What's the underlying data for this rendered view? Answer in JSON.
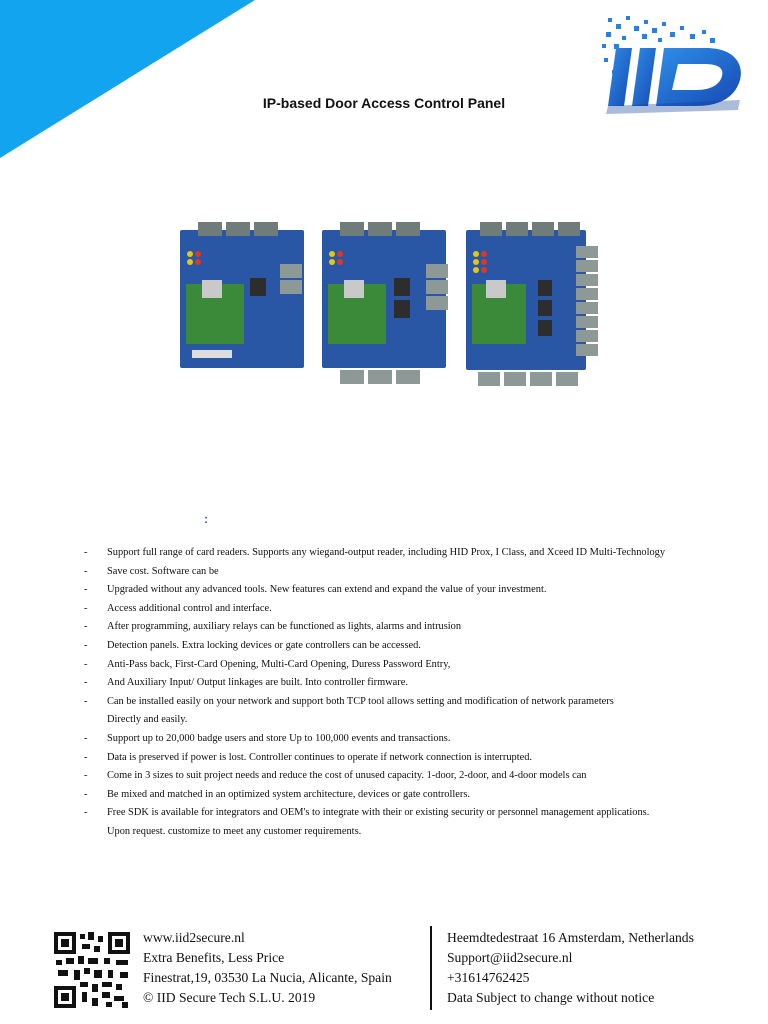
{
  "page": {
    "title": "IP-based Door Access Control Panel",
    "separator": ":"
  },
  "brand": {
    "logo_text": "IID",
    "accent_color": "#13a4ef",
    "logo_color": "#1e63c9"
  },
  "products": {
    "images": [
      "1-door controller board",
      "2-door controller board",
      "4-door controller board"
    ]
  },
  "features": [
    {
      "text": "Support full range of card readers. Supports any wiegand-output reader, including HID Prox, I Class, and Xceed ID Multi-Technology"
    },
    {
      "text": "Save cost. Software can be"
    },
    {
      "text": "Upgraded without any advanced tools. New features can extend and expand the value of your investment."
    },
    {
      "text": "Access additional control and interface."
    },
    {
      "text": "After programming, auxiliary relays can be functioned as lights, alarms and intrusion"
    },
    {
      "text": "Detection panels. Extra locking devices or gate controllers can be accessed."
    },
    {
      "text": "Anti-Pass back, First-Card Opening, Multi-Card Opening, Duress Password Entry,"
    },
    {
      "text": "And Auxiliary Input/ Output linkages are built. Into controller firmware."
    },
    {
      "text": "Can be installed easily on your network and support both TCP tool allows setting and modification of network parameters",
      "cont": "Directly and easily."
    },
    {
      "text": "Support up to 20,000 badge users and store Up to 100,000 events and transactions."
    },
    {
      "text": "Data is preserved if power is lost. Controller continues to operate if network connection is interrupted."
    },
    {
      "text": "Come in 3 sizes to suit project needs and reduce the cost of unused capacity. 1-door, 2-door, and 4-door models can"
    },
    {
      "text": "Be mixed and matched in an optimized system architecture, devices or gate controllers."
    },
    {
      "text": "Free SDK is available for integrators and OEM's to integrate with their or existing security or personnel management applications.",
      "cont": "Upon request. customize to meet any customer requirements."
    }
  ],
  "footer": {
    "website": "www.iid2secure.nl",
    "slogan": "Extra Benefits, Less Price",
    "address_es": "Finestrat,19, 03530 La Nucia, Alicante, Spain",
    "copyright": "© IID Secure Tech S.L.U. 2019",
    "address_nl": "Heemdtedestraat 16 Amsterdam, Netherlands",
    "email": "Support@iid2secure.nl",
    "phone": "+31614762425",
    "notice": "Data Subject to change without notice"
  }
}
